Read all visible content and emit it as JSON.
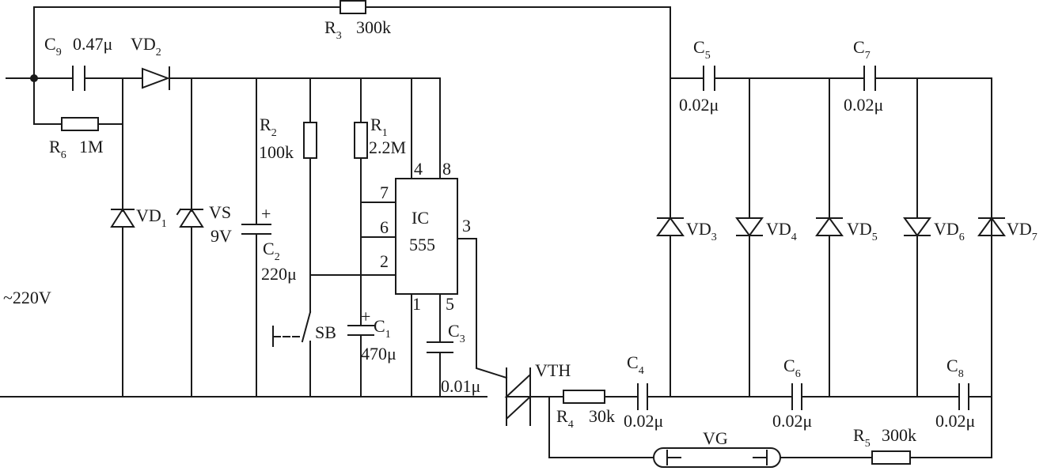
{
  "supply": "~220V",
  "components": {
    "C9": {
      "name": "C",
      "sub": "9",
      "value": "0.47μ"
    },
    "VD2": {
      "name": "VD",
      "sub": "2"
    },
    "R3": {
      "name": "R",
      "sub": "3",
      "value": "300k"
    },
    "R6": {
      "name": "R",
      "sub": "6",
      "value": "1M"
    },
    "R2": {
      "name": "R",
      "sub": "2",
      "value": "100k"
    },
    "R1": {
      "name": "R",
      "sub": "1",
      "value": "2.2M"
    },
    "VD1": {
      "name": "VD",
      "sub": "1"
    },
    "VS": {
      "name": "VS",
      "value": "9V"
    },
    "C2": {
      "name": "C",
      "sub": "2",
      "value": "220μ"
    },
    "C1": {
      "name": "C",
      "sub": "1",
      "value": "470μ"
    },
    "SB": {
      "name": "SB"
    },
    "IC": {
      "line1": "IC",
      "line2": "555",
      "pins": [
        "4",
        "8",
        "7",
        "6",
        "2",
        "3",
        "1",
        "5"
      ]
    },
    "C3": {
      "name": "C",
      "sub": "3",
      "value": "0.01μ"
    },
    "VTH": {
      "name": "VTH"
    },
    "R4": {
      "name": "R",
      "sub": "4",
      "value": "30k"
    },
    "C4": {
      "name": "C",
      "sub": "4",
      "value": "0.02μ"
    },
    "C5": {
      "name": "C",
      "sub": "5",
      "value": "0.02μ"
    },
    "C6": {
      "name": "C",
      "sub": "6",
      "value": "0.02μ"
    },
    "C7": {
      "name": "C",
      "sub": "7",
      "value": "0.02μ"
    },
    "C8": {
      "name": "C",
      "sub": "8",
      "value": "0.02μ"
    },
    "VD3": {
      "name": "VD",
      "sub": "3"
    },
    "VD4": {
      "name": "VD",
      "sub": "4"
    },
    "VD5": {
      "name": "VD",
      "sub": "5"
    },
    "VD6": {
      "name": "VD",
      "sub": "6"
    },
    "VD7": {
      "name": "VD",
      "sub": "7"
    },
    "VG": {
      "name": "VG"
    },
    "R5": {
      "name": "R",
      "sub": "5",
      "value": "300k"
    }
  },
  "polarity": "+"
}
